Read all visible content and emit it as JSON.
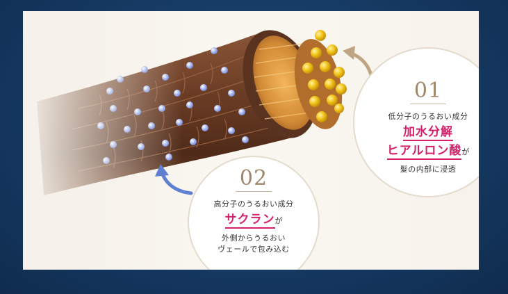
{
  "point1": {
    "number": "01",
    "line1": "低分子のうるおい成分",
    "accent1": "加水分解",
    "accent2": "ヒアルロン酸",
    "particle": "が",
    "line4": "髪の内部に浸透"
  },
  "point2": {
    "number": "02",
    "line1": "高分子のうるおい成分",
    "accent": "サクラン",
    "particle": "が",
    "line3": "外側からうるおい",
    "line4": "ヴェールで包み込む"
  },
  "colors": {
    "background": "#163a63",
    "panel": "#f7f3ec",
    "accent": "#d41f6b",
    "number": "#a0876a",
    "hair": "#6b3c26",
    "core": "#d9943c",
    "gold_beads": "#f2c418",
    "blue_beads": "#8fa6e8"
  }
}
